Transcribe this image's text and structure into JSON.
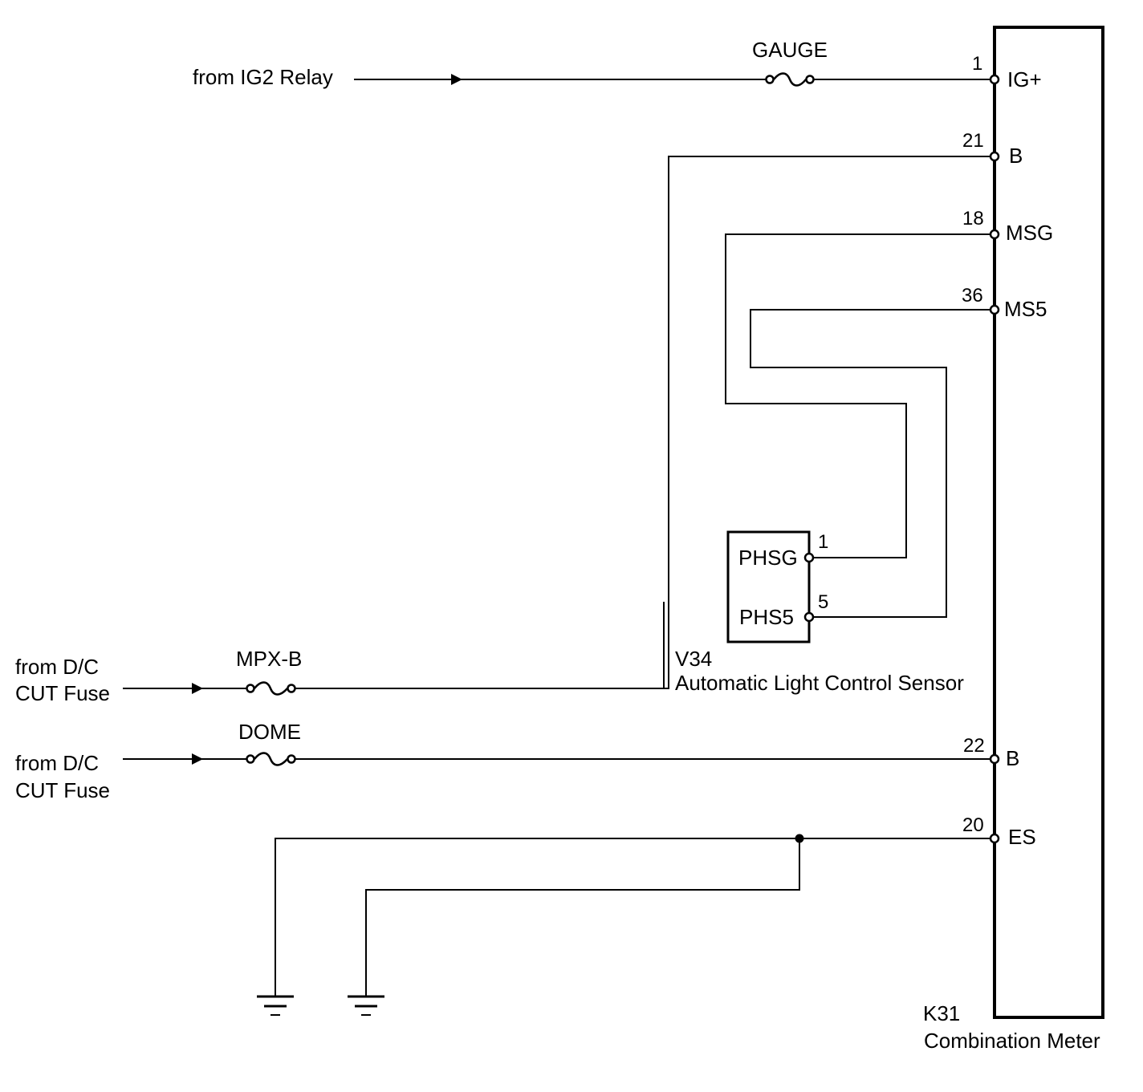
{
  "sources": {
    "ig2": "from IG2 Relay",
    "dc1_line1": "from D/C",
    "dc1_line2": "CUT Fuse",
    "dc2_line1": "from D/C",
    "dc2_line2": "CUT Fuse"
  },
  "fuses": {
    "gauge": "GAUGE",
    "mpxb": "MPX-B",
    "dome": "DOME"
  },
  "meter": {
    "code": "K31",
    "name": "Combination Meter",
    "pins": [
      {
        "num": "1",
        "name": "IG+"
      },
      {
        "num": "21",
        "name": "B"
      },
      {
        "num": "18",
        "name": "MSG"
      },
      {
        "num": "36",
        "name": "MS5"
      },
      {
        "num": "22",
        "name": "B"
      },
      {
        "num": "20",
        "name": "ES"
      }
    ]
  },
  "sensor": {
    "code": "V34",
    "name": "Automatic Light Control Sensor",
    "pins": [
      {
        "num": "1",
        "name": "PHSG"
      },
      {
        "num": "5",
        "name": "PHS5"
      }
    ]
  }
}
